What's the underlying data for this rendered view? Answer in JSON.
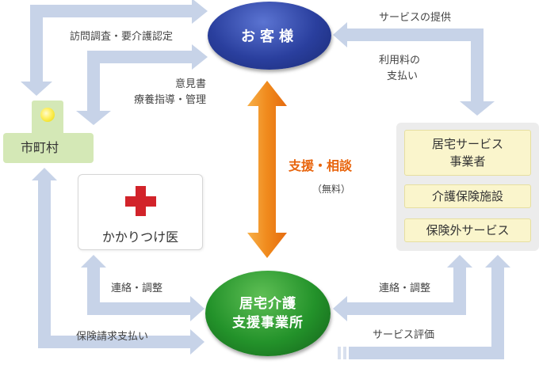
{
  "nodes": {
    "customer": "お客様",
    "office_line1": "居宅介護",
    "office_line2": "支援事業所",
    "city": "市町村",
    "doctor": "かかりつけ医",
    "providers": [
      {
        "line1": "居宅サービス",
        "line2": "事業者"
      },
      {
        "line1": "介護保険施設",
        "line2": ""
      },
      {
        "line1": "保険外サービス",
        "line2": ""
      }
    ]
  },
  "center": {
    "support": "支援・相談",
    "free": "（無料）"
  },
  "labels": {
    "visit": "訪問調査・要介護認定",
    "opinion_line1": "意見書",
    "opinion_line2": "療養指導・管理",
    "service_provide": "サービスの提供",
    "fee_line1": "利用料の",
    "fee_line2": "支払い",
    "contact_left": "連絡・調整",
    "contact_right": "連絡・調整",
    "insurance": "保険請求支払い",
    "evaluation": "サービス評価"
  },
  "colors": {
    "arrow": "#c7d3e8",
    "customer": "#2a3f9e",
    "office": "#23922a",
    "city_box": "#d4e8b6",
    "provider_box": "#faf5cc",
    "support_arrow": "#f08a1c",
    "support_text": "#e8640c",
    "cross": "#d2232a"
  }
}
